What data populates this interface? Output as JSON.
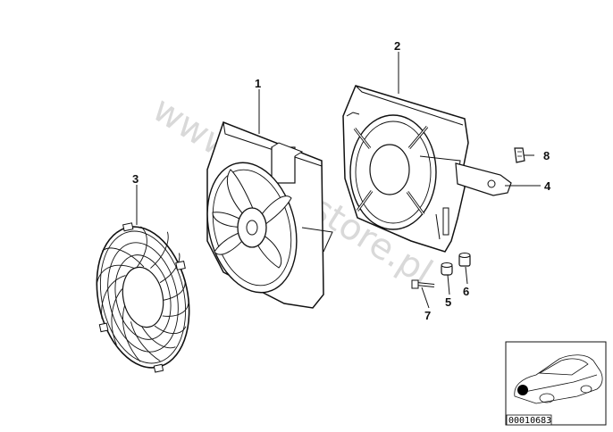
{
  "watermark": "www.BMWstore.pl",
  "callouts": [
    {
      "id": "1",
      "label": "1"
    },
    {
      "id": "2",
      "label": "2"
    },
    {
      "id": "3",
      "label": "3"
    },
    {
      "id": "4",
      "label": "4"
    },
    {
      "id": "5",
      "label": "5"
    },
    {
      "id": "6",
      "label": "6"
    },
    {
      "id": "7",
      "label": "7"
    },
    {
      "id": "8",
      "label": "8"
    }
  ],
  "diagram_code": "00010683"
}
